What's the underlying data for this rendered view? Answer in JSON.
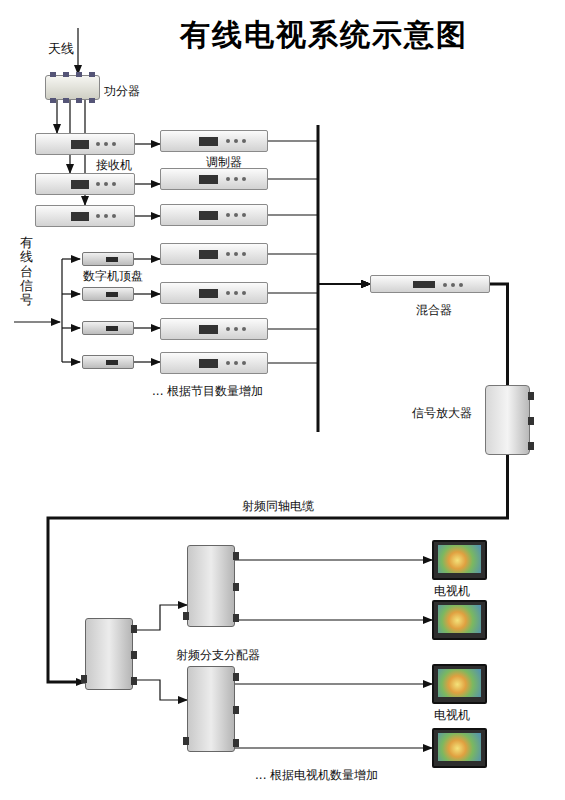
{
  "diagram": {
    "title": "有线电视系统示意图",
    "nodes": [
      {
        "text": [
          "功分器"
        ]
      },
      {
        "text": [
          "接收机"
        ]
      },
      {
        "text": []
      },
      {
        "text": []
      },
      {
        "text": [
          "调制器"
        ]
      },
      {
        "text": []
      },
      {
        "text": []
      },
      {
        "text": []
      },
      {
        "text": []
      },
      {
        "text": []
      },
      {
        "text": []
      },
      {
        "text": [
          "数字机顶盘"
        ]
      },
      {
        "text": []
      },
      {
        "text": []
      },
      {
        "text": []
      },
      {
        "text": [
          "混合器"
        ]
      },
      {
        "text": [
          "信号放大器"
        ]
      },
      {
        "text": []
      },
      {
        "text": []
      },
      {
        "text": [
          "射频分支分配器"
        ]
      },
      {
        "text": [
          "电视机"
        ]
      },
      {
        "text": []
      },
      {
        "text": [
          "电视机"
        ]
      },
      {
        "text": []
      }
    ],
    "edges": [
      {
        "from": 0,
        "to": 1,
        "arrow": "to"
      },
      {
        "from": 0,
        "to": 2,
        "arrow": "to"
      },
      {
        "from": 0,
        "to": 3,
        "arrow": "to"
      },
      {
        "from": 1,
        "to": 4,
        "arrow": "to"
      },
      {
        "from": 2,
        "to": 5,
        "arrow": "to"
      },
      {
        "from": 3,
        "to": 6,
        "arrow": "to"
      },
      {
        "from": 11,
        "to": 7,
        "arrow": "to"
      },
      {
        "from": 12,
        "to": 8,
        "arrow": "to"
      },
      {
        "from": 13,
        "to": 9,
        "arrow": "to"
      },
      {
        "from": 14,
        "to": 10,
        "arrow": "to"
      },
      {
        "from": 4,
        "to": 15,
        "arrow": "to"
      },
      {
        "from": 5,
        "to": 15,
        "arrow": "to"
      },
      {
        "from": 6,
        "to": 15,
        "arrow": "to"
      },
      {
        "from": 7,
        "to": 15,
        "arrow": "to"
      },
      {
        "from": 8,
        "to": 15,
        "arrow": "to"
      },
      {
        "from": 9,
        "to": 15,
        "arrow": "to"
      },
      {
        "from": 10,
        "to": 15,
        "arrow": "to"
      },
      {
        "from": 15,
        "to": 16,
        "arrow": "none"
      },
      {
        "from": 16,
        "to": 17,
        "label": "射频同轴电缆",
        "arrow": "to"
      },
      {
        "from": 17,
        "to": 18,
        "arrow": "to"
      },
      {
        "from": 17,
        "to": 19,
        "arrow": "to"
      },
      {
        "from": 18,
        "to": 20,
        "arrow": "to"
      },
      {
        "from": 18,
        "to": 21,
        "arrow": "to"
      },
      {
        "from": 19,
        "to": 22,
        "arrow": "to"
      },
      {
        "from": 19,
        "to": 23,
        "arrow": "to"
      }
    ],
    "labels": [
      "天线",
      "有线台信号",
      "... 根据节目数量增加",
      "... 根据电视机数量增加"
    ]
  }
}
